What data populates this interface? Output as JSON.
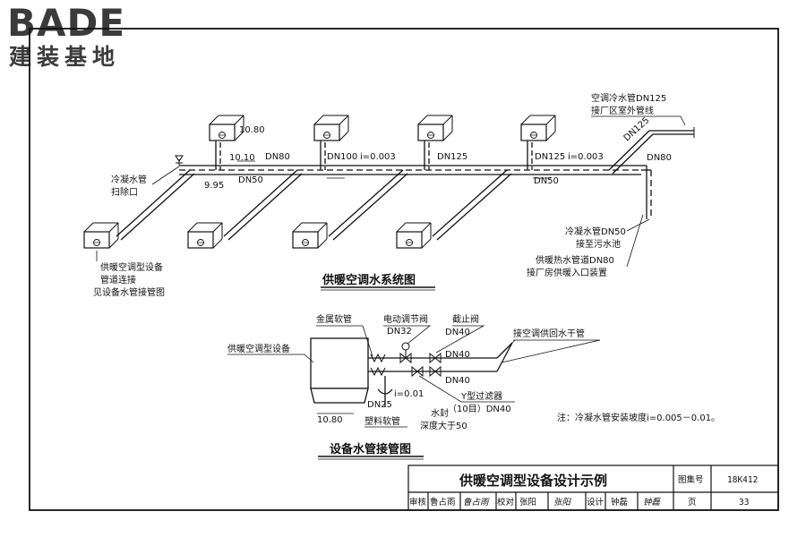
{
  "logo": {
    "brand": "BADE",
    "subtitle": "建装基地"
  },
  "system_diagram": {
    "title": "供暖空调水系统图",
    "top_right_note": [
      "空调冷水管DN125",
      "接厂区室外管线"
    ],
    "diagonal_dn": "DN125",
    "elev_top": "10.80",
    "elev_pipe": "10.10",
    "elev_low": "9.95",
    "dn80_left": "DN80",
    "dn50_left": "DN50",
    "dn100": "DN100",
    "slope_1": "i=0.003",
    "dn125_mid": "DN125",
    "dn125_right": "DN125",
    "slope_2": "i=0.003",
    "dn50_right": "DN50",
    "dn80_right": "DN80",
    "cond_pipe": [
      "冷凝水管",
      "扫除口"
    ],
    "unit_note": [
      "供暖空调型设备",
      "管道连接",
      "见设备水管接管图"
    ],
    "right_notes": [
      "冷凝水管DN50",
      "接至污水池",
      "供暖热水管道DN80",
      "接厂房供暖入口装置"
    ]
  },
  "equipment_diagram": {
    "title": "设备水管接管图",
    "metal_hose": "金属软管",
    "electric_valve": "电动调节阀",
    "valve_dn": "DN32",
    "stop_valve": "截止阀",
    "supply_main": "接空调供回水干管",
    "equip_label": "供暖空调型设备",
    "dn40_1": "DN40",
    "dn40_2": "DN40",
    "dn40_3": "DN40",
    "slope": "i=0.01",
    "dn25": "DN25",
    "y_filter": [
      "Y型过滤器",
      "（10目）DN40"
    ],
    "water_seal": [
      "水封",
      "深度大于50"
    ],
    "plastic_hose": "塑料软管",
    "elev": "10.80"
  },
  "note": "注：冷凝水管安装坡度i=0.005－0.01。",
  "title_block": {
    "drawing_title": "供暖空调型设备设计示例",
    "atlas_label": "图集号",
    "atlas_no": "18K412",
    "roles": [
      "审核",
      "鲁占雨",
      "校对",
      "张阳",
      "设计",
      "钟磊"
    ],
    "signatures": [
      "鲁占雨",
      "张阳",
      "钟磊"
    ],
    "page_label": "页",
    "page_no": "33"
  },
  "colors": {
    "ink": "#111111",
    "paper": "#ffffff",
    "logo": "#3b3b3b"
  }
}
